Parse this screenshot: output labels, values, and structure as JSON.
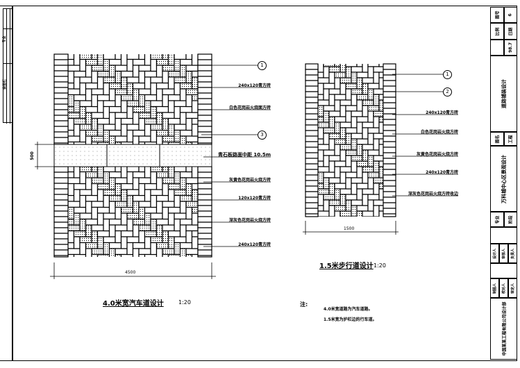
{
  "left_strip": {
    "label_a": "专业",
    "label_b": "会签栏"
  },
  "car_lane": {
    "title": "4.0米宽汽车道设计",
    "scale": "1:20",
    "width_dim": "4500",
    "band_dim": "500",
    "markers": [
      "1",
      "3"
    ],
    "labels": [
      "240x120青方砖",
      "白色花岗岩火烧面方砖",
      "青石板路面中距 10.5m",
      "灰黄色花岗岩火烧方砖",
      "120x120青方砖",
      "深灰色花岗岩火烧方砖",
      "240x120青方砖"
    ]
  },
  "walkway": {
    "title": "1.5米步行道设计",
    "scale": "1:20",
    "width_dim": "1500",
    "markers": [
      "1",
      "2"
    ],
    "labels": [
      "240x120青方砖",
      "白色花岗岩火烧方砖",
      "灰黄色花岗岩火烧方砖",
      "240x120青方砖",
      "深灰色花岗岩火烧方砖收边"
    ]
  },
  "notes": {
    "head": "注:",
    "lines": [
      "4.0米宽道路为汽车道路。",
      "1.5米宽为护栏边的行车道。"
    ]
  },
  "title_block": {
    "sheet_label": "图号",
    "sheet_no": "6",
    "scale_label": "比例",
    "date_label": "日期",
    "date": "98.7",
    "drawing_name": "道路铺装设计",
    "drawing_name_label": "图名",
    "project_label": "工程",
    "project_name": "万科城中心区景观设计",
    "design_stage_a": "专业",
    "design_stage_b": "阶段",
    "roles": [
      "设计人",
      "审核人",
      "负责人"
    ],
    "roles2": [
      "制图人",
      "校对人",
      "审定人"
    ],
    "company": "中国某某工程有限公司设计部"
  }
}
